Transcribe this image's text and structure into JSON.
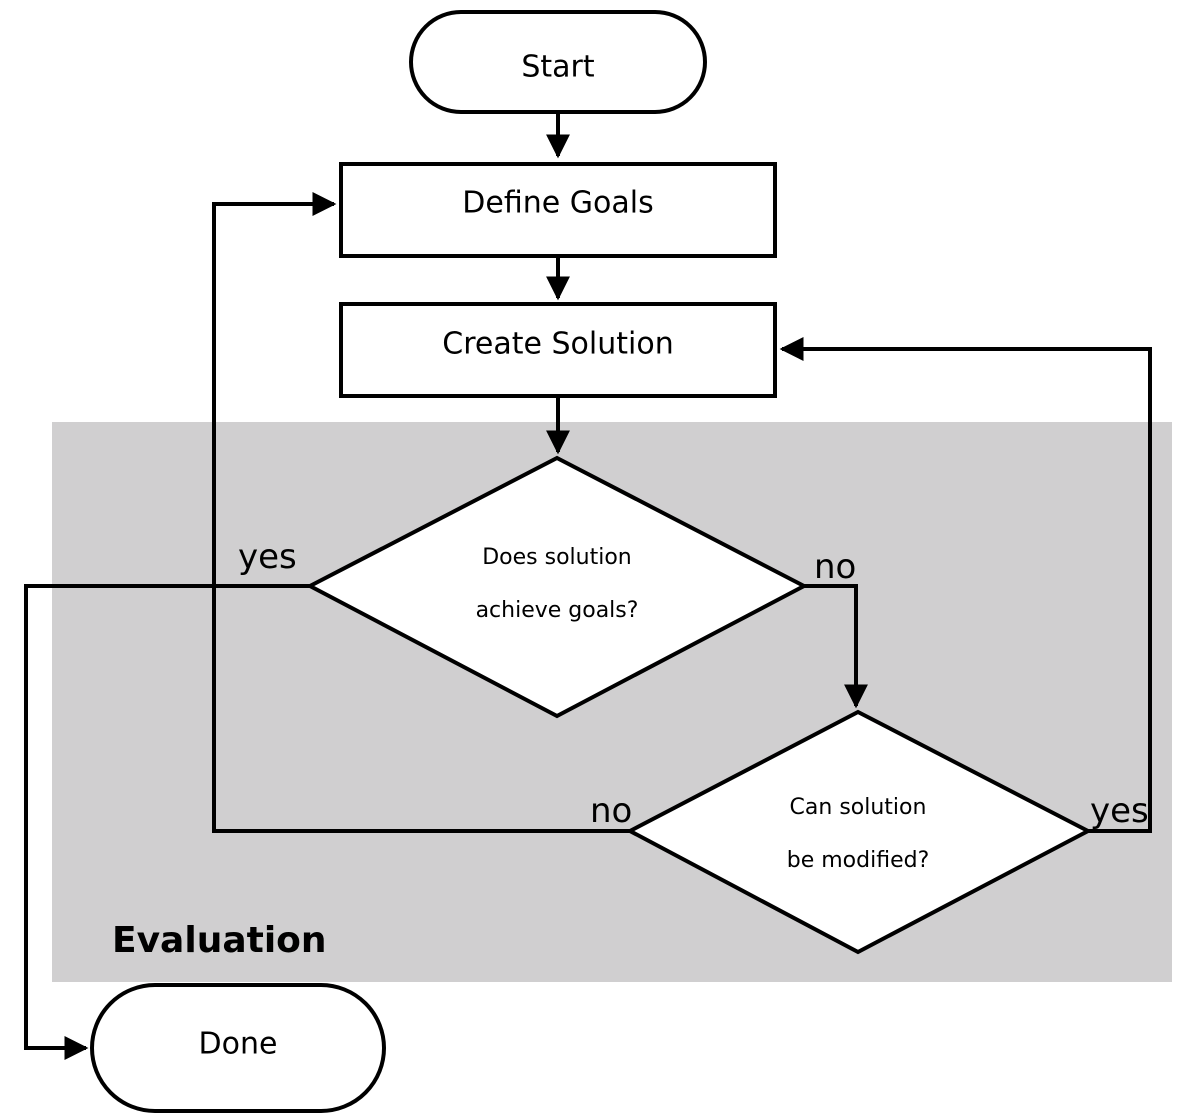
{
  "region": {
    "label": "Evaluation",
    "color": "#d0cfd0"
  },
  "nodes": {
    "start": "Start",
    "define_goals": "Define Goals",
    "create_solution": "Create Solution",
    "decision_achieve": [
      "Does solution",
      "achieve goals?"
    ],
    "decision_modify": [
      "Can solution",
      "be modified?"
    ],
    "done": "Done"
  },
  "edges": {
    "achieve_yes": "yes",
    "achieve_no": "no",
    "modify_no": "no",
    "modify_yes": "yes"
  }
}
